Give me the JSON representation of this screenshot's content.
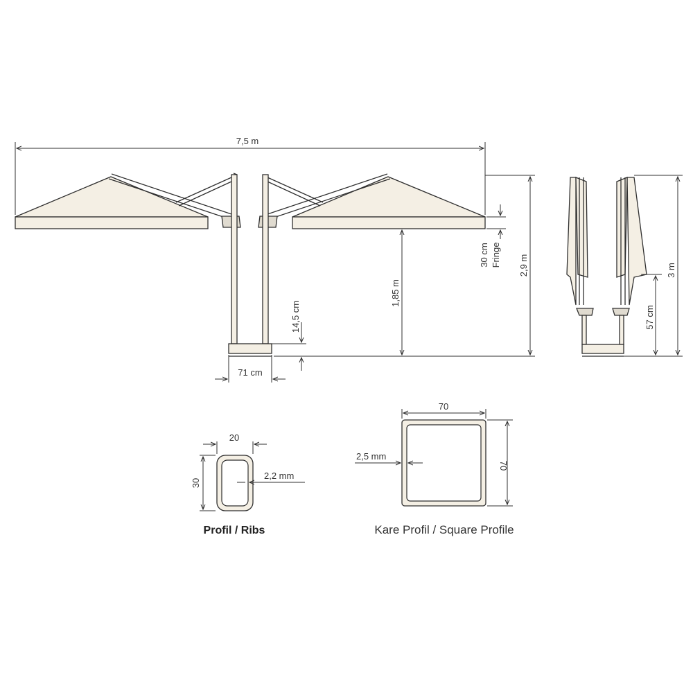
{
  "dimensions": {
    "total_width": "7,5 m",
    "fringe_height": "30 cm",
    "fringe_word": "Fringe",
    "total_height": "2,9 m",
    "clearance": "1,85 m",
    "base_height": "14,5 cm",
    "base_width": "71 cm",
    "closed_height": "3 m",
    "closed_base": "57 cm"
  },
  "rib_profile": {
    "width": "20",
    "height": "30",
    "thickness": "2,2 mm",
    "caption": "Profil / Ribs"
  },
  "square_profile": {
    "width": "70",
    "height": "70",
    "thickness": "2,5 mm",
    "caption": "Kare Profil / Square Profile"
  }
}
